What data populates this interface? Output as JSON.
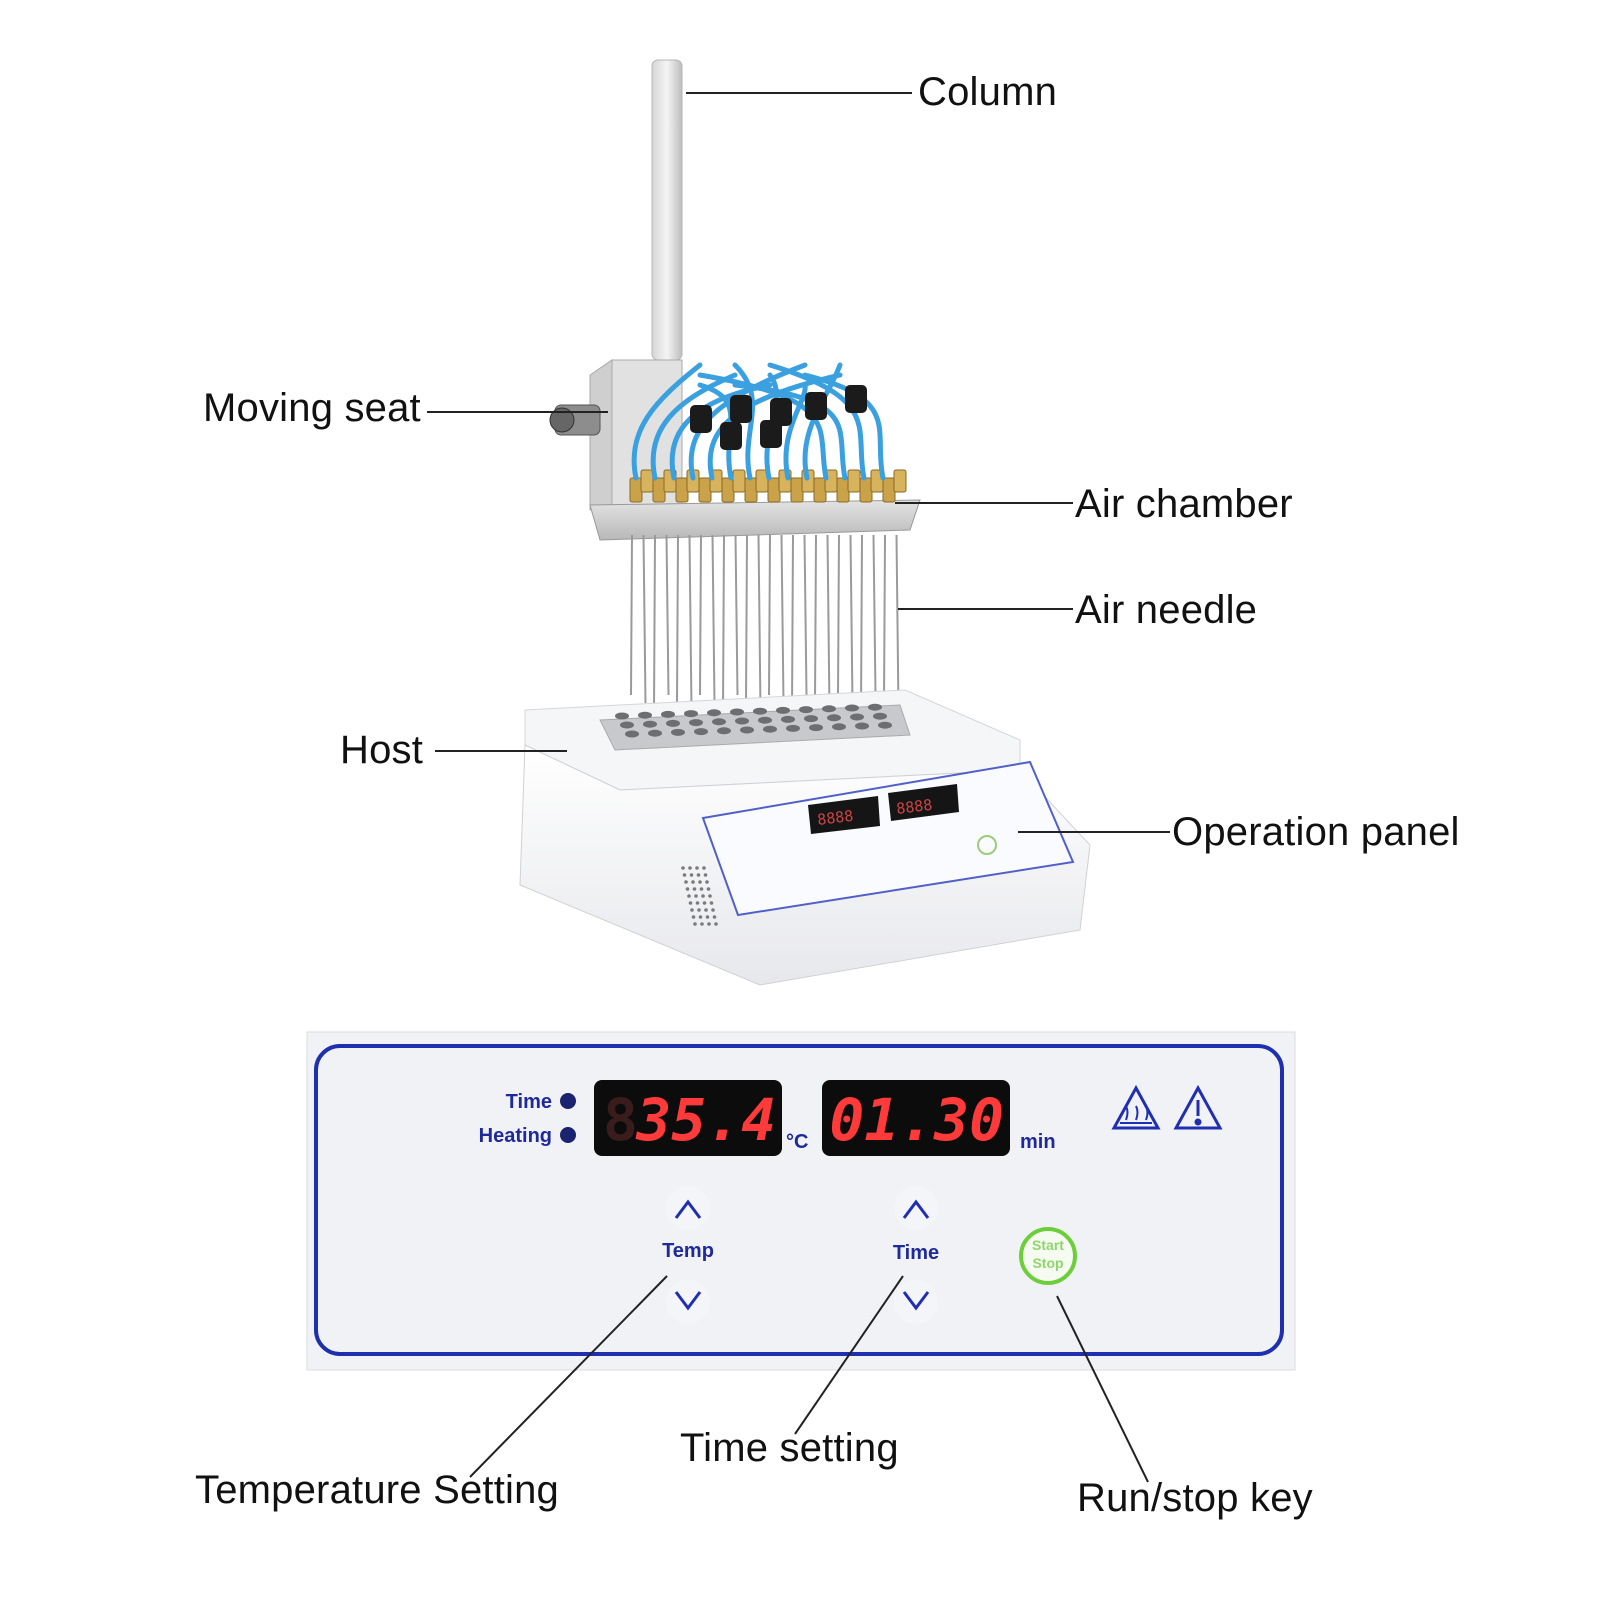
{
  "callouts": {
    "column": "Column",
    "moving_seat": "Moving seat",
    "air_chamber": "Air chamber",
    "air_needle": "Air needle",
    "host": "Host",
    "operation_panel": "Operation panel",
    "temperature_setting": "Temperature Setting",
    "time_setting": "Time setting",
    "run_stop_key": "Run/stop key"
  },
  "panel": {
    "time_indicator": "Time",
    "heating_indicator": "Heating",
    "temp_display": "35.4",
    "temp_unit": "°C",
    "time_display": "01.30",
    "time_unit": "min",
    "temp_key_label": "Temp",
    "time_key_label": "Time",
    "start_label": "Start",
    "stop_label": "Stop"
  },
  "colors": {
    "panel_border": "#1f2fb0",
    "display_text": "#ff3a3a",
    "tube_blue": "#3aa0e0",
    "start_green": "#6ccf3a"
  },
  "icons": {
    "up": "chevron-up-icon",
    "down": "chevron-down-icon",
    "hot_surface": "hot-surface-warning-icon",
    "caution": "caution-triangle-icon"
  }
}
